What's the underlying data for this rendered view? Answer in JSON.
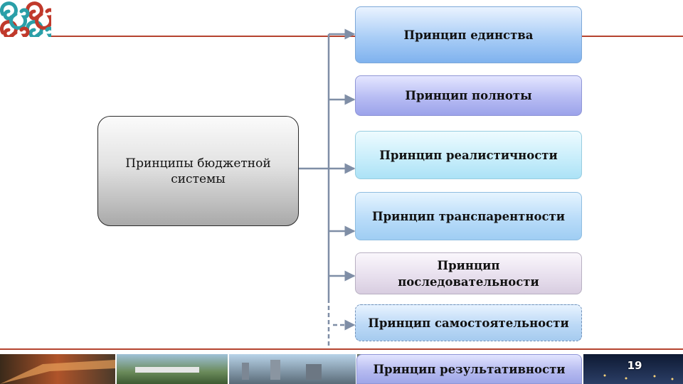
{
  "diagram": {
    "main_label": "Принципы бюджетной системы",
    "principles": [
      "Принцип единства",
      "Принцип полноты",
      "Принцип реалистичности",
      "Принцип транспарентности",
      "Принцип последовательности",
      "Принцип самостоятельности",
      "Принцип результативности"
    ]
  },
  "footer": {
    "page_number": "19"
  },
  "colors": {
    "accent_line": "#b5432f",
    "connector": "#7f8ea6",
    "logo_teal": "#2a9fa8",
    "logo_red": "#c0392b"
  },
  "icons": {
    "logo": "ornament-logo"
  }
}
